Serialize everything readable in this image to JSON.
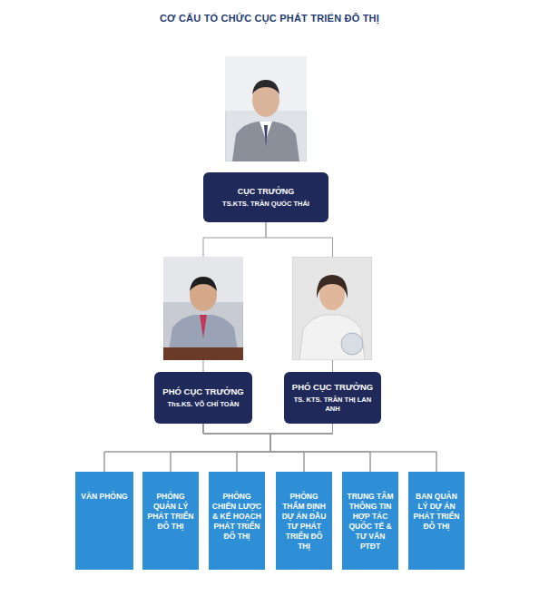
{
  "diagram": {
    "title": "CƠ CẤU TỔ CHỨC CỤC PHÁT TRIỂN ĐÔ THỊ",
    "nodes": [
      {
        "text": [
          "CỤC TRƯỞNG",
          "TS.KTS. TRẦN QUỐC THÁI"
        ]
      },
      {
        "text": [
          "PHÓ CỤC TRƯỞNG",
          "Ths.KS. VÕ CHÍ TOÀN"
        ]
      },
      {
        "text": [
          "PHÓ CỤC TRƯỞNG",
          "TS. KTS. TRẦN THỊ LAN ANH"
        ]
      },
      {
        "text": [
          "VĂN PHÒNG"
        ]
      },
      {
        "text": [
          "PHÒNG QUẢN LÝ PHÁT TRIỂN ĐÔ THỊ"
        ]
      },
      {
        "text": [
          "PHÒNG CHIẾN LƯỢC & KẾ HOẠCH PHÁT TRIỂN ĐÔ THỊ"
        ]
      },
      {
        "text": [
          "PHÒNG THẨM ĐỊNH DỰ ÁN ĐẦU TƯ PHÁT TRIỂN ĐÔ THỊ"
        ]
      },
      {
        "text": [
          "TRUNG TÂM THÔNG TIN HỢP TÁC QUỐC TẾ & TƯ VẤN PTĐT"
        ]
      },
      {
        "text": [
          "BAN QUẢN LÝ DỰ ÁN PHÁT TRIỂN ĐÔ THỊ"
        ]
      }
    ],
    "edges": [
      {
        "from": 0,
        "to": 1,
        "arrow": "none"
      },
      {
        "from": 0,
        "to": 2,
        "arrow": "none"
      },
      {
        "from": 1,
        "to": 3,
        "arrow": "none"
      },
      {
        "from": 1,
        "to": 4,
        "arrow": "none"
      },
      {
        "from": 1,
        "to": 5,
        "arrow": "none"
      },
      {
        "from": 1,
        "to": 6,
        "arrow": "none"
      },
      {
        "from": 1,
        "to": 7,
        "arrow": "none"
      },
      {
        "from": 1,
        "to": 8,
        "arrow": "none"
      },
      {
        "from": 2,
        "to": 3,
        "arrow": "none"
      },
      {
        "from": 2,
        "to": 4,
        "arrow": "none"
      },
      {
        "from": 2,
        "to": 5,
        "arrow": "none"
      },
      {
        "from": 2,
        "to": 6,
        "arrow": "none"
      },
      {
        "from": 2,
        "to": 7,
        "arrow": "none"
      },
      {
        "from": 2,
        "to": 8,
        "arrow": "none"
      }
    ]
  }
}
